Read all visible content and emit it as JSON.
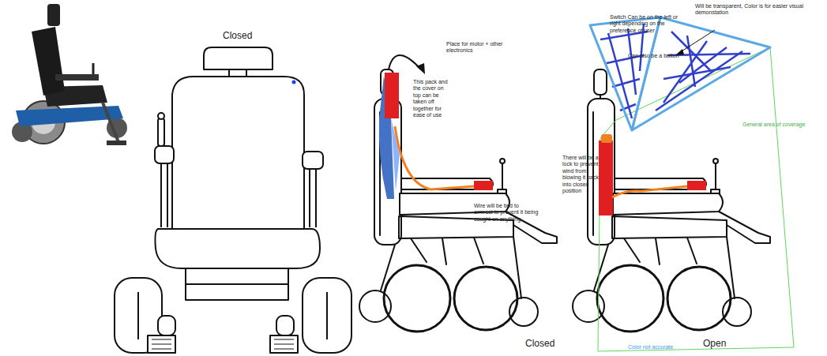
{
  "diagram": {
    "labels": [
      "Closed",
      "Place for motor + other electronics",
      "This pack and the cover on top can be taken off together for ease of use",
      "Switch Can be on the left or right depending on the preference of user",
      "Can also be a button",
      "Wire will be tied to armrest to prevent it being caught on anything",
      "Closed",
      "Color not accurate",
      "Open",
      "Will be transparent, Color is for easier visual demonstation",
      "There will be a lock to prevent wind from blowing it back into closed position",
      "General area of coverage"
    ]
  }
}
